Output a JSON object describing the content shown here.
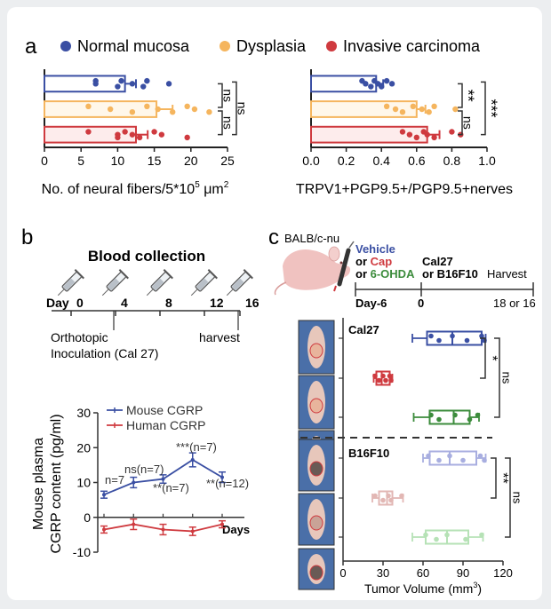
{
  "panel_letters": {
    "a": "a",
    "b": "b",
    "c": "c"
  },
  "legend": [
    {
      "label": "Normal mucosa",
      "color": "#3a4fa3"
    },
    {
      "label": "Dysplasia",
      "color": "#f5b55e"
    },
    {
      "label": "Invasive carcinoma",
      "color": "#cf3a3f"
    }
  ],
  "chart_data": [
    {
      "type": "bar",
      "orientation": "horizontal",
      "xlabel": "No. of neural fibers/5*10",
      "xlabel_sup": "5",
      "xlabel_unit": " μm",
      "xlabel_unit_sup": "2",
      "xlim": [
        0,
        25
      ],
      "xticks": [
        "0",
        "5",
        "10",
        "15",
        "20",
        "25"
      ],
      "series": [
        {
          "name": "Normal mucosa",
          "mean": 11,
          "err": 1.5,
          "points": [
            7,
            7,
            10,
            10.5,
            12,
            13.5,
            14,
            17
          ]
        },
        {
          "name": "Dysplasia",
          "mean": 15.3,
          "err": 2.2,
          "points": [
            6,
            9,
            12,
            14,
            15.5,
            17.5,
            19.5,
            20.5,
            22.5
          ]
        },
        {
          "name": "Invasive carcinoma",
          "mean": 12.5,
          "err": 1.6,
          "points": [
            6,
            10,
            10,
            11,
            12,
            13,
            15,
            16,
            19.5
          ]
        }
      ],
      "significance": [
        {
          "pair": "normal-dysplasia",
          "label": "ns"
        },
        {
          "pair": "dysplasia-invasive",
          "label": "ns"
        },
        {
          "pair": "normal-invasive",
          "label": "ns"
        }
      ]
    },
    {
      "type": "bar",
      "orientation": "horizontal",
      "xlabel": "TRPV1+PGP9.5+/PGP9.5+nerves",
      "xlim": [
        0,
        1.0
      ],
      "xticks": [
        "0.0",
        "0.2",
        "0.4",
        "0.6",
        "0.8",
        "1.0"
      ],
      "series": [
        {
          "name": "Normal mucosa",
          "mean": 0.37,
          "err": 0.04,
          "points": [
            0.29,
            0.31,
            0.34,
            0.36,
            0.38,
            0.4,
            0.43,
            0.46
          ]
        },
        {
          "name": "Dysplasia",
          "mean": 0.6,
          "err": 0.05,
          "points": [
            0.43,
            0.48,
            0.52,
            0.58,
            0.63,
            0.67,
            0.7,
            0.82
          ]
        },
        {
          "name": "Invasive carcinoma",
          "mean": 0.66,
          "err": 0.07,
          "points": [
            0.52,
            0.56,
            0.6,
            0.64,
            0.66,
            0.7,
            0.8,
            0.85
          ]
        }
      ],
      "significance": [
        {
          "pair": "normal-dysplasia",
          "label": "**"
        },
        {
          "pair": "dysplasia-invasive",
          "label": "ns"
        },
        {
          "pair": "normal-invasive",
          "label": "***"
        }
      ]
    },
    {
      "type": "line",
      "ylabel_line1": "Mouse plasma",
      "ylabel_line2": "CGRP content (pg/ml)",
      "xlabel": "Days",
      "ylim": [
        -10,
        30
      ],
      "yticks": [
        "-10",
        "0",
        "10",
        "20",
        "30"
      ],
      "x": [
        0,
        4,
        8,
        12,
        16
      ],
      "series": [
        {
          "name": "Mouse CGRP",
          "color": "#3a4fa3",
          "values": [
            6.5,
            10,
            11,
            16.5,
            11.5
          ],
          "err": [
            1,
            1.5,
            1.2,
            2,
            1.5
          ]
        },
        {
          "name": "Human CGRP",
          "color": "#cf3a3f",
          "values": [
            -3.5,
            -2,
            -3.5,
            -4,
            -2
          ],
          "err": [
            1,
            1.5,
            1.5,
            1.2,
            1
          ]
        }
      ],
      "annotations": [
        "n=7",
        "ns(n=7)",
        "**(n=7)",
        "***(n=7)",
        "**(n=12)"
      ]
    },
    {
      "type": "scatter",
      "subtype": "boxplot-horizontal",
      "xlabel": "Tumor Volume (mm",
      "xlabel_sup": "3",
      "xlabel_close": ")",
      "xlim": [
        0,
        120
      ],
      "xticks": [
        "0",
        "30",
        "60",
        "90",
        "120"
      ],
      "groups": [
        {
          "model": "Cal27",
          "treatment": "Vehicle",
          "color": "#3a4fa3",
          "min": 52,
          "q1": 63,
          "median": 82,
          "q3": 104,
          "max": 107,
          "points": [
            66,
            72,
            82,
            93,
            104,
            106
          ]
        },
        {
          "model": "Cal27",
          "treatment": "Cap",
          "color": "#cf3a3f",
          "min": 23,
          "q1": 25,
          "median": 29,
          "q3": 35,
          "max": 37,
          "points": [
            24,
            27,
            30,
            32,
            35,
            36
          ]
        },
        {
          "model": "Cal27",
          "treatment": "6-OHDA",
          "color": "#3c8c3c",
          "min": 53,
          "q1": 65,
          "median": 83,
          "q3": 95,
          "max": 102,
          "points": [
            66,
            72,
            84,
            95,
            101
          ]
        },
        {
          "model": "B16F10",
          "treatment": "Vehicle",
          "color": "#a8aee0",
          "min": 60,
          "q1": 65,
          "median": 80,
          "q3": 100,
          "max": 107,
          "points": [
            64,
            72,
            80,
            90,
            103,
            106
          ]
        },
        {
          "model": "B16F10",
          "treatment": "Cap",
          "color": "#e2b7b4",
          "min": 22,
          "q1": 27,
          "median": 33,
          "q3": 37,
          "max": 45,
          "points": [
            24,
            30,
            34,
            36,
            44
          ]
        },
        {
          "model": "B16F10",
          "treatment": "6-OHDA",
          "color": "#b6e2b6",
          "min": 52,
          "q1": 62,
          "median": 78,
          "q3": 94,
          "max": 105,
          "points": [
            62,
            70,
            78,
            92,
            104
          ]
        }
      ],
      "significance": [
        {
          "model": "Cal27",
          "inner": "*",
          "outer": "ns"
        },
        {
          "model": "B16F10",
          "inner": "**",
          "outer": "ns"
        }
      ]
    }
  ],
  "timeline": {
    "title": "Blood collection",
    "day_label": "Day",
    "days": [
      "0",
      "4",
      "8",
      "12",
      "16"
    ],
    "left_label_1": "Orthotopic",
    "left_label_2": "Inoculation (Cal 27)",
    "right_label": "harvest"
  },
  "panel_c_timeline": {
    "strain": "BALB/c-nu",
    "treat_vehicle": "Vehicle",
    "treat_cap_prefix": "or ",
    "treat_cap": "Cap",
    "treat_ohda_prefix": "or ",
    "treat_ohda": "6-OHDA",
    "inoc_line1": "Cal27",
    "inoc_line2": "or B16F10",
    "harvest": "Harvest",
    "day_minus6": "Day-6",
    "day_0": "0",
    "day_end": "18 or 16"
  },
  "model_labels": {
    "cal27": "Cal27",
    "b16f10": "B16F10"
  }
}
